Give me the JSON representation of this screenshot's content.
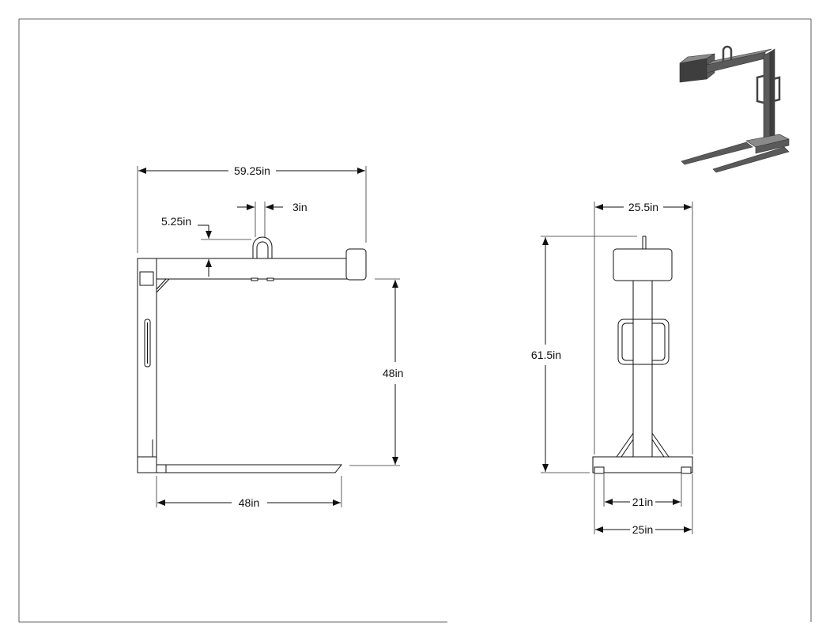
{
  "drawing": {
    "side_view": {
      "overall_width": "59.25in",
      "eye_height": "5.25in",
      "eye_width": "3in",
      "fork_opening_height": "48in",
      "fork_length": "48in"
    },
    "front_view": {
      "top_block_width": "25.5in",
      "overall_height": "61.5in",
      "inner_fork_spacing": "21in",
      "outer_fork_spacing": "25in"
    },
    "isometric_view": {
      "frame_color": "#5a5a5a",
      "dark_color": "#3e3e3e"
    }
  }
}
